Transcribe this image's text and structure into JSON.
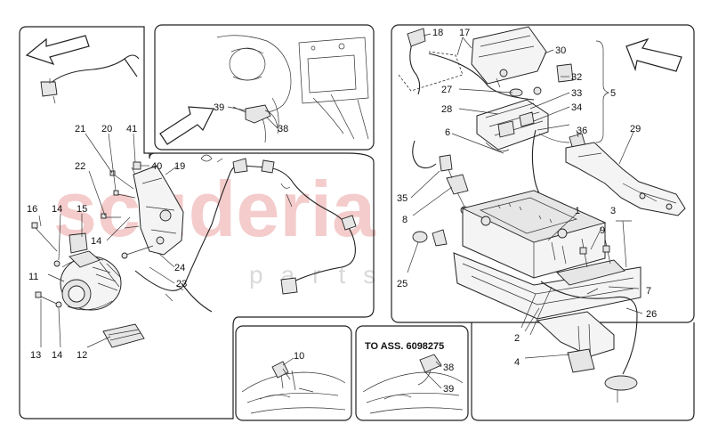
{
  "watermark": {
    "main": "scuderia",
    "sub": "parts"
  },
  "reference_note": "TO ASS. 6098275",
  "callouts": {
    "n1": "1",
    "n2": "2",
    "n3": "3",
    "n4": "4",
    "n5": "5",
    "n6": "6",
    "n7": "7",
    "n8": "8",
    "n9": "9",
    "n10": "10",
    "n11": "11",
    "n12": "12",
    "n13": "13",
    "n14a": "14",
    "n14b": "14",
    "n14c": "14",
    "n15": "15",
    "n16": "16",
    "n17": "17",
    "n18": "18",
    "n19": "19",
    "n20": "20",
    "n21": "21",
    "n22": "22",
    "n23": "23",
    "n24": "24",
    "n25": "25",
    "n26": "26",
    "n27": "27",
    "n28": "28",
    "n29": "29",
    "n30": "30",
    "n32": "32",
    "n33": "33",
    "n34": "34",
    "n35": "35",
    "n36": "36",
    "n38a": "38",
    "n38b": "38",
    "n39a": "39",
    "n39b": "39",
    "n40": "40",
    "n41": "41"
  }
}
